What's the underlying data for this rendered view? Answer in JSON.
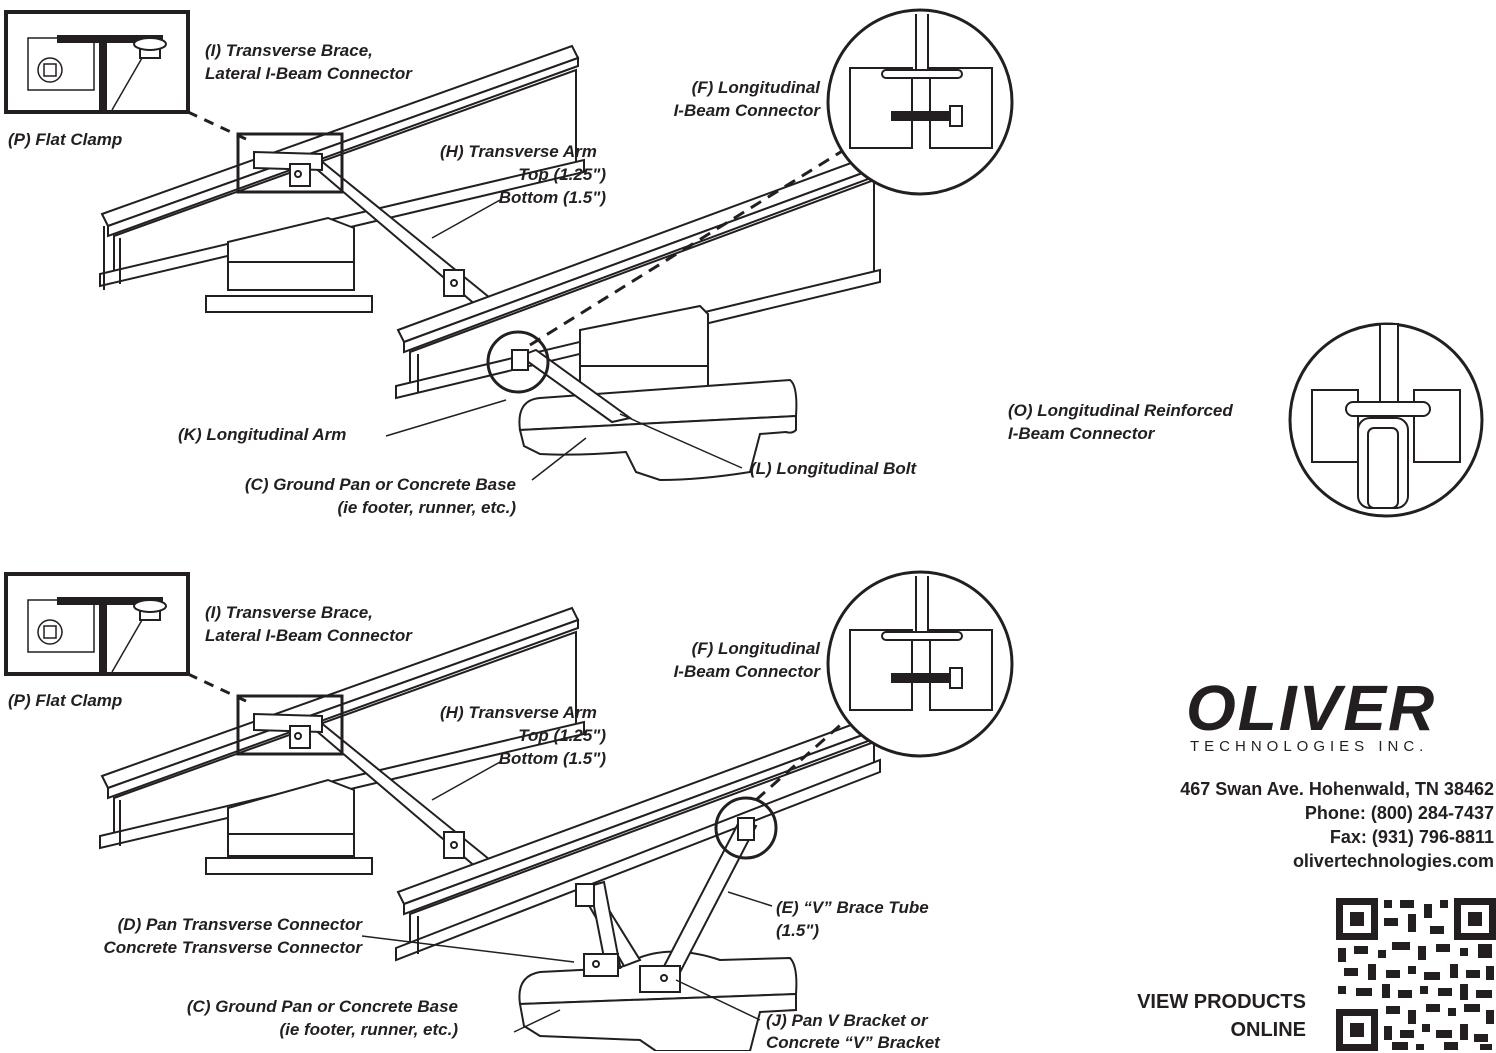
{
  "diagram_top": {
    "label_I": "(I) Transverse Brace,",
    "label_I_2": "Lateral I-Beam Connector",
    "label_P": "(P) Flat Clamp",
    "label_F": "(F) Longitudinal",
    "label_F_2": "I-Beam Connector",
    "label_H": "(H) Transverse Arm",
    "label_H_2": "Top (1.25\")",
    "label_H_3": "Bottom (1.5\")",
    "label_K": "(K) Longitudinal Arm",
    "label_C": "(C) Ground Pan or Concrete Base",
    "label_C_2": "(ie footer, runner, etc.)",
    "label_L": "(L) Longitudinal Bolt"
  },
  "diagram_side": {
    "label_O": "(O) Longitudinal Reinforced",
    "label_O_2": "I-Beam Connector"
  },
  "diagram_bottom": {
    "label_I": "(I) Transverse Brace,",
    "label_I_2": "Lateral I-Beam Connector",
    "label_P": "(P) Flat Clamp",
    "label_F": "(F) Longitudinal",
    "label_F_2": "I-Beam Connector",
    "label_H": "(H) Transverse Arm",
    "label_H_2": "Top (1.25\")",
    "label_H_3": "Bottom (1.5\")",
    "label_D": "(D) Pan Transverse Connector",
    "label_D_2": "Concrete Transverse Connector",
    "label_E": "(E) “V” Brace Tube",
    "label_E_2": "(1.5\")",
    "label_C": "(C) Ground Pan or Concrete Base",
    "label_C_2": "(ie footer, runner, etc.)",
    "label_J": "(J) Pan V Bracket or",
    "label_J_2": "Concrete “V” Bracket"
  },
  "company": {
    "logo": "OLIVER",
    "logo_sub": "TECHNOLOGIES INC.",
    "address": "467 Swan Ave. Hohenwald, TN 38462",
    "phone": "Phone: (800) 284-7437",
    "fax": "Fax: (931) 796-8811",
    "website": "olivertechnologies.com",
    "view_products": "VIEW PRODUCTS",
    "view_products_2": "ONLINE"
  }
}
